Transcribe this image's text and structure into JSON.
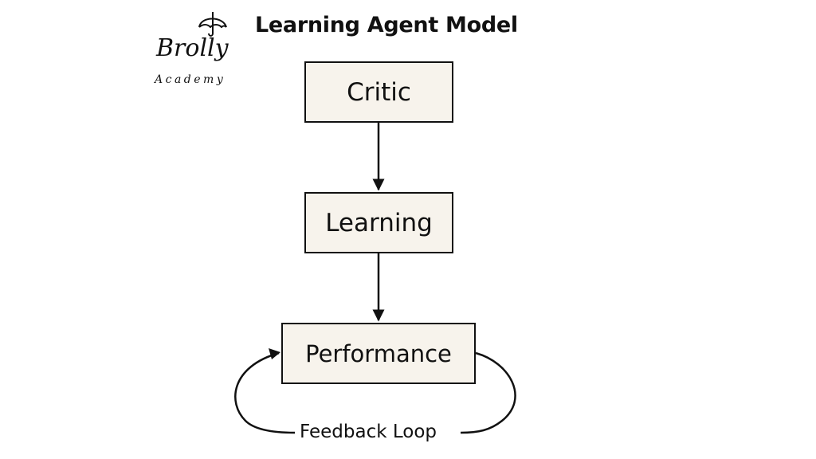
{
  "logo": {
    "brand": "Brolly",
    "subtitle": "Academy",
    "icon": "umbrella-icon"
  },
  "diagram": {
    "title": "Learning Agent Model",
    "nodes": [
      {
        "id": "critic",
        "label": "Critic"
      },
      {
        "id": "learning",
        "label": "Learning"
      },
      {
        "id": "performance",
        "label": "Performance"
      }
    ],
    "edges": [
      {
        "from": "critic",
        "to": "learning"
      },
      {
        "from": "learning",
        "to": "performance"
      },
      {
        "from": "performance",
        "to": "performance",
        "label": "Feedback Loop"
      }
    ],
    "loop_label": "Feedback Loop",
    "colors": {
      "box_fill": "#f7f3ec",
      "stroke": "#111111"
    }
  }
}
